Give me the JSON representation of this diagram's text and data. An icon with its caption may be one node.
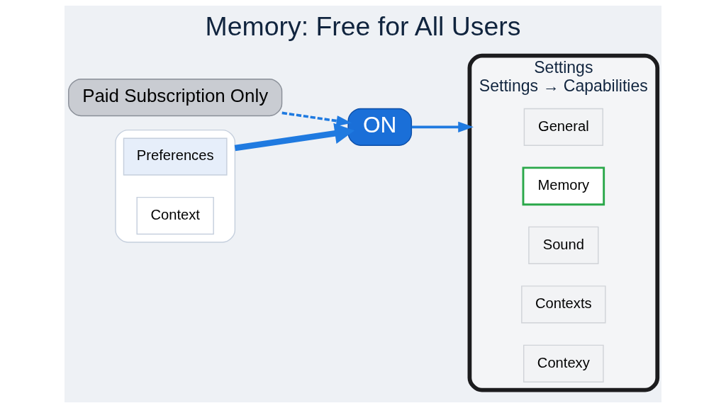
{
  "diagram": {
    "title": "Memory: Free for All Users",
    "nodes": [
      {
        "text": [
          "Paid Subscription Only"
        ]
      },
      {
        "text": [
          "ON"
        ]
      },
      {
        "text": [
          "Settings",
          "Settings → Capabilities"
        ]
      },
      {
        "text": [
          "General"
        ],
        "in": 2
      },
      {
        "text": [
          "Memory"
        ],
        "in": 2
      },
      {
        "text": [
          "Sound"
        ],
        "in": 2
      },
      {
        "text": [
          "Contexts"
        ],
        "in": 2
      },
      {
        "text": [
          "Contexy"
        ],
        "in": 2
      },
      {
        "text": [],
        "shape": "box"
      },
      {
        "text": [
          "Preferences"
        ],
        "in": 8
      },
      {
        "text": [
          "Context"
        ],
        "in": 8
      }
    ],
    "edges": [
      {
        "from": 0,
        "to": 1,
        "arrow": "to",
        "style": "dashed"
      },
      {
        "from": 1,
        "to": 2,
        "arrow": "to"
      },
      {
        "from": 8,
        "to": 1,
        "arrow": "to",
        "style": "thick"
      }
    ]
  }
}
